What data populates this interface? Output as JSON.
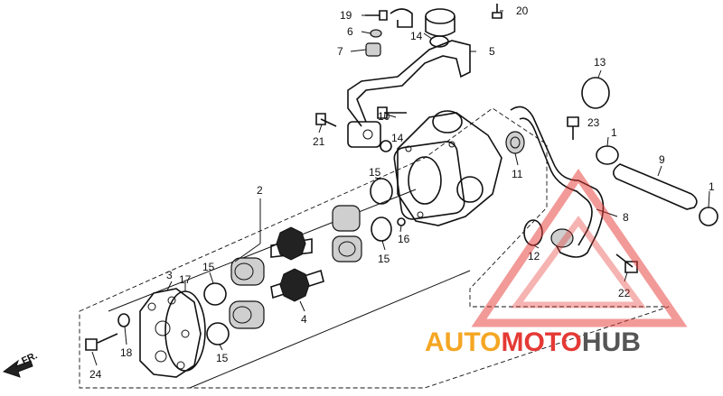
{
  "diagram": {
    "callouts": {
      "c1a": "1",
      "c1b": "1",
      "c2": "2",
      "c3": "3",
      "c4": "4",
      "c5": "5",
      "c6": "6",
      "c7": "7",
      "c8": "8",
      "c9": "9",
      "c10": "10",
      "c11": "11",
      "c12": "12",
      "c13": "13",
      "c14a": "14",
      "c14b": "14",
      "c15a": "15",
      "c15b": "15",
      "c15c": "15",
      "c15d": "15",
      "c16": "16",
      "c17": "17",
      "c18": "18",
      "c19": "19",
      "c20": "20",
      "c21": "21",
      "c22": "22",
      "c23": "23",
      "c24": "24"
    },
    "direction_label": "FR.",
    "watermark": {
      "part1": "AUTO",
      "part2": "MOTO",
      "part3": "HUB",
      "color_primary": "#f5a623",
      "color_secondary": "#e53935",
      "color_dark": "#555555"
    }
  }
}
